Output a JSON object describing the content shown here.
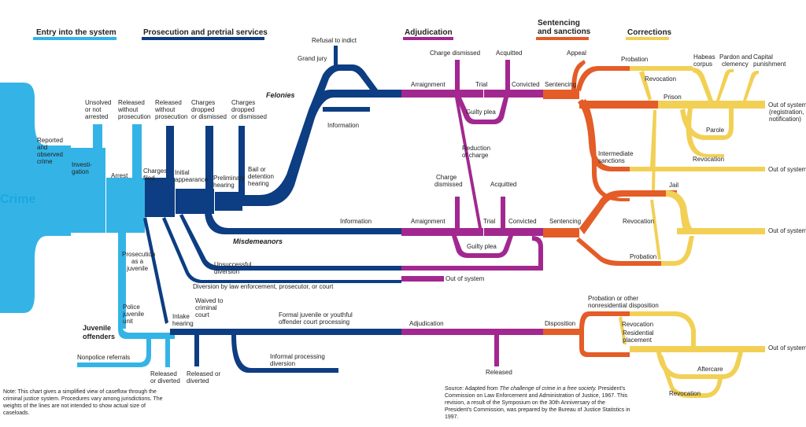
{
  "colors": {
    "entry": "#34b4e6",
    "prosecution": "#0d3d82",
    "adjudication": "#a2288f",
    "sentencing": "#e45c27",
    "corrections": "#f2d055"
  },
  "headers": {
    "entry": "Entry into the system",
    "prosecution": "Prosecution and pretrial services",
    "adjudication": "Adjudication",
    "sentencing_1": "Sentencing",
    "sentencing_2": "and sanctions",
    "corrections": "Corrections"
  },
  "crime": "Crime",
  "entry": {
    "reported_1": "Reported",
    "reported_2": "and",
    "reported_3": "observed",
    "reported_4": "crime",
    "invest_1": "Investi-",
    "invest_2": "gation",
    "arrest": "Arrest",
    "unsolved_1": "Unsolved",
    "unsolved_2": "or not",
    "unsolved_3": "arrested",
    "released_1": "Released",
    "released_2": "without",
    "released_3": "prosecution",
    "police_1": "Police",
    "police_2": "juvenile",
    "police_3": "unit",
    "nonpolice": "Nonpolice referrals"
  },
  "prosecution": {
    "released_1": "Released",
    "released_2": "without",
    "released_3": "prosecution",
    "charges_filed_1": "Charges",
    "charges_filed_2": "filed",
    "initial_1": "Initial",
    "initial_2": "appearance",
    "dropped1_1": "Charges",
    "dropped1_2": "dropped",
    "dropped1_3": "or dismissed",
    "prelim_1": "Preliminary",
    "prelim_2": "hearing",
    "dropped2_1": "Charges",
    "dropped2_2": "dropped",
    "dropped2_3": "or dismissed",
    "bail_1": "Bail or",
    "bail_2": "detention",
    "bail_3": "hearing",
    "grand_jury": "Grand jury",
    "refusal": "Refusal to indict",
    "information_fel": "Information",
    "felonies": "Felonies",
    "misdemeanors": "Misdemeanors",
    "information_mis": "Information",
    "pros_juv_1": "Prosecution",
    "pros_juv_2": "as a",
    "pros_juv_3": "juvenile",
    "unsuccessful_1": "Unsuccessful",
    "unsuccessful_2": "diversion",
    "diversion": "Diversion by law enforcement, prosecutor, or court",
    "juvenile_1": "Juvenile",
    "juvenile_2": "offenders",
    "intake_1": "Intake",
    "intake_2": "hearing",
    "waived_1": "Waived to",
    "waived_2": "criminal",
    "waived_3": "court",
    "released_div_1": "Released",
    "released_div_2": "or diverted",
    "released_div2_1": "Released or",
    "released_div2_2": "diverted",
    "formal_1": "Formal juvenile or youthful",
    "formal_2": "offender court processing",
    "informal_1": "Informal processing",
    "informal_2": "diversion"
  },
  "adjudication": {
    "charge_dismissed_fel": "Charge dismissed",
    "acquitted_fel": "Acquitted",
    "arraignment_fel": "Arraignment",
    "trial_fel": "Trial",
    "convicted_fel": "Convicted",
    "guilty_fel": "Guilty plea",
    "reduction_1": "Reduction",
    "reduction_2": "of charge",
    "charge_dismissed_mis_1": "Charge",
    "charge_dismissed_mis_2": "dismissed",
    "acquitted_mis": "Acquitted",
    "arraignment_mis": "Arraignment",
    "trial_mis": "Trial",
    "convicted_mis": "Convicted",
    "guilty_mis": "Guilty plea",
    "out_of_system": "Out of system",
    "adjudication_juv": "Adjudication",
    "released": "Released"
  },
  "sentencing": {
    "appeal": "Appeal",
    "sentencing_fel": "Sentencing",
    "sentencing_mis": "Sentencing",
    "disposition": "Disposition"
  },
  "corrections": {
    "probation_fel": "Probation",
    "revocation_1": "Revocation",
    "prison": "Prison",
    "habeas_1": "Habeas",
    "habeas_2": "corpus",
    "pardon_1": "Pardon and",
    "pardon_2": "clemency",
    "capital_1": "Capital",
    "capital_2": "punishment",
    "out_fel_1": "Out of system",
    "out_fel_2": "(registration,",
    "out_fel_3": "notification)",
    "parole": "Parole",
    "revocation_2": "Revocation",
    "intermediate_1": "Intermediate",
    "intermediate_2": "sanctions",
    "out_int": "Out of system",
    "jail": "Jail",
    "revocation_3": "Revocation",
    "out_jail": "Out of system",
    "probation_mis": "Probation",
    "probation_juv_1": "Probation or other",
    "probation_juv_2": "nonresidential disposition",
    "revocation_4": "Revocation",
    "residential_1": "Residential",
    "residential_2": "placement",
    "out_juv": "Out of system",
    "aftercare": "Aftercare",
    "revocation_5": "Revocation"
  },
  "note": "Note: This chart gives a simplified view of caseflow through the criminal justice system. Procedures vary among jurisdictions. The weights of the lines are not intended to show actual size of caseloads.",
  "source_1": "Source: Adapted from ",
  "source_title": "The challenge of crime in a free society.",
  "source_2": " President's Commission on Law Enforcement and Administration of Justice, 1967. This revision, a result of the Symposium on the 30th Anniversary of the President's Commission, was prepared by the Bureau of Justice Statistics in 1997."
}
